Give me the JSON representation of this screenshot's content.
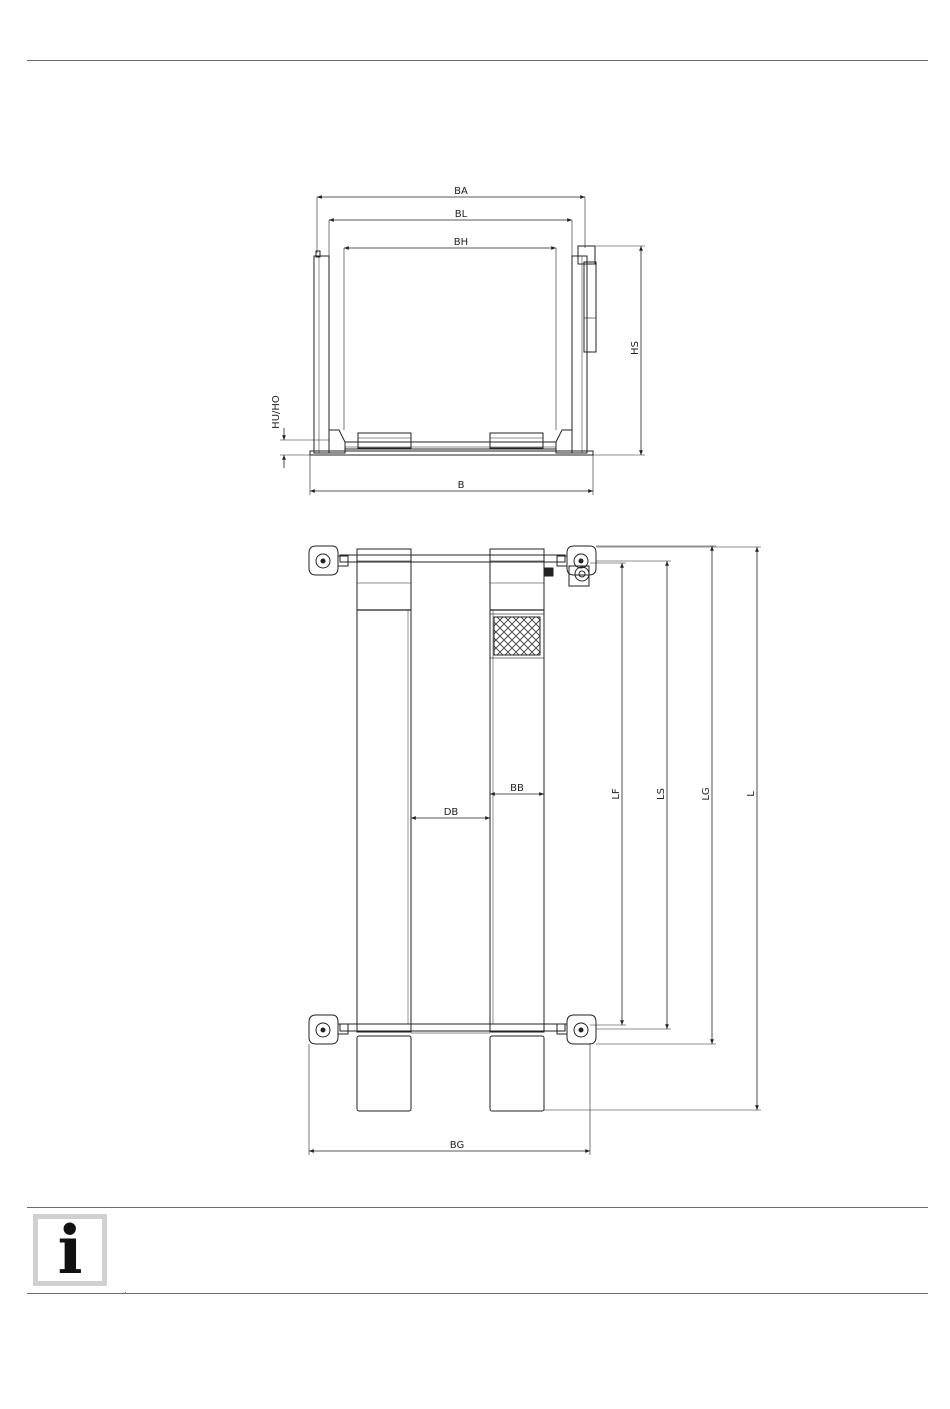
{
  "labels": {
    "ba": "BA",
    "bl": "BL",
    "bh": "BH",
    "hs": "HS",
    "huho": "HU/HO",
    "b": "B",
    "db": "DB",
    "bb": "BB",
    "lf": "LF",
    "ls": "LS",
    "lg": "LG",
    "l": "L",
    "bg": "BG"
  },
  "info": {
    "icon": "info-icon",
    "glyph": "i"
  },
  "colors": {
    "line": "#222222",
    "rule": "#6b6b6b",
    "info_frame": "#d0d0d0"
  }
}
